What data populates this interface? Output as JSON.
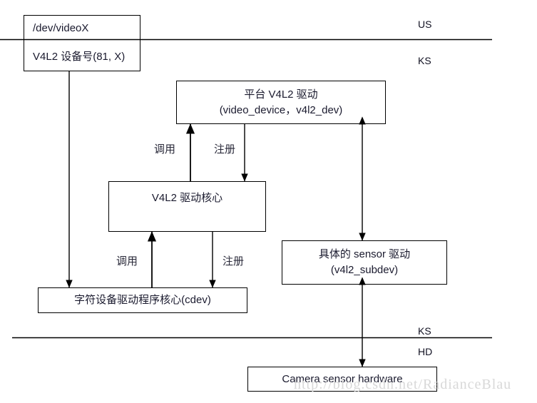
{
  "diagram": {
    "title_watermark": "http://blog.csdn.net/RadianceBlau",
    "zones": [
      {
        "id": "us",
        "label": "US"
      },
      {
        "id": "ks_top",
        "label": "KS"
      },
      {
        "id": "ks_bottom",
        "label": "KS"
      },
      {
        "id": "hd",
        "label": "HD"
      }
    ],
    "boxes": {
      "device_node": {
        "top_label": "/dev/videoX",
        "bottom_label": "V4L2 设备号(81, X)"
      },
      "platform_v4l2": {
        "line1": "平台 V4L2 驱动",
        "line2": "(video_device，v4l2_dev)"
      },
      "v4l2_core": {
        "line1": "V4L2 驱动核心",
        "line2": ""
      },
      "sensor_driver": {
        "line1": "具体的 sensor 驱动",
        "line2": "(v4l2_subdev)"
      },
      "cdev_core": {
        "line1": "字符设备驱动程序核心(cdev)",
        "line2": ""
      },
      "camera_hw": {
        "line1": "Camera sensor hardware",
        "line2": ""
      }
    },
    "edge_labels": {
      "call_upper": "调用",
      "register_upper": "注册",
      "call_lower": "调用",
      "register_lower": "注册"
    },
    "colors": {
      "stroke": "#000000",
      "text": "#1a1a2e",
      "watermark": "#d8d8d8",
      "background": "#ffffff"
    }
  }
}
